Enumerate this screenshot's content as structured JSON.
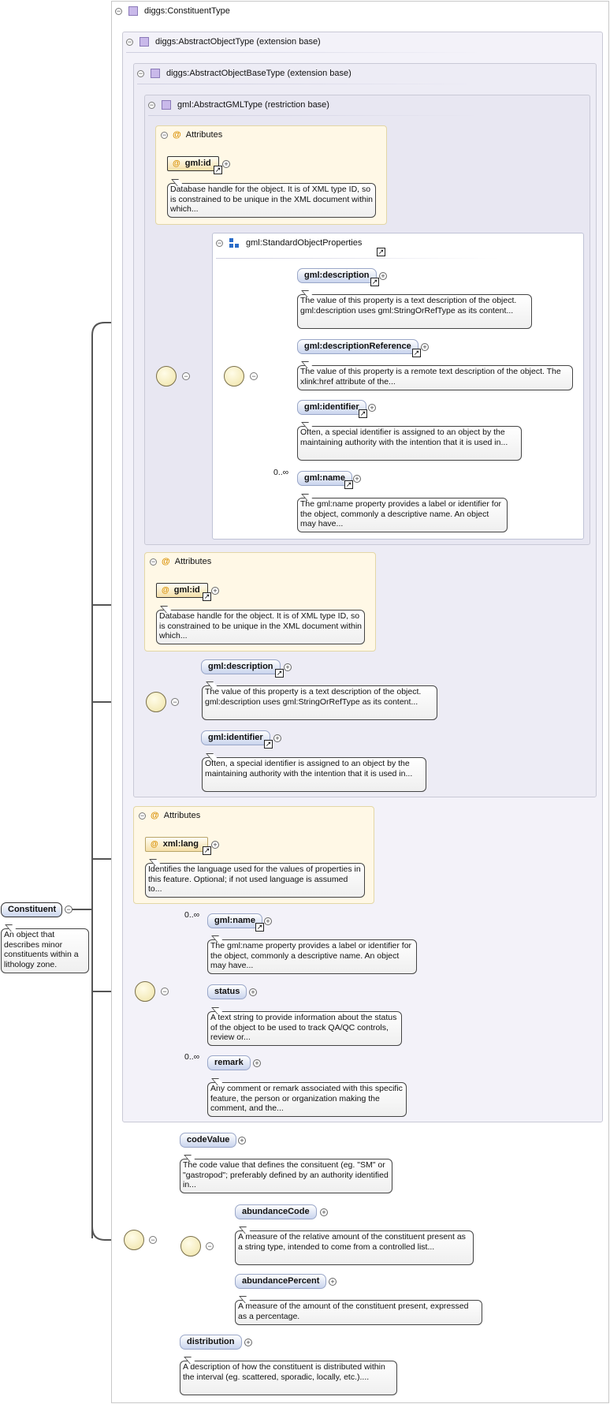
{
  "root": {
    "label": "Constituent",
    "doc": "An object that describes minor constituents within a lithology zone."
  },
  "types": {
    "constituent_type": "diggs:ConstituentType",
    "abstract_object_type": "diggs:AbstractObjectType (extension base)",
    "abstract_object_base_type": "diggs:AbstractObjectBaseType (extension base)",
    "abstract_gml_type": "gml:AbstractGMLType (restriction base)"
  },
  "labels": {
    "attributes": "Attributes"
  },
  "gml_attributes": {
    "attr": "gml:id",
    "doc": "Database handle for the object. It is of XML type ID, so is constrained to be unique in the XML document within which..."
  },
  "standard_object_properties": {
    "title": "gml:StandardObjectProperties",
    "elements": [
      {
        "name": "gml:description",
        "occurs": "",
        "doc": "The value of this property is a text description of the object. gml:description uses gml:StringOrRefType as its content..."
      },
      {
        "name": "gml:descriptionReference",
        "occurs": "",
        "doc": "The value of this property is a remote text description of the object. The xlink:href attribute of the..."
      },
      {
        "name": "gml:identifier",
        "occurs": "",
        "doc": "Often, a special identifier is assigned to an object by the maintaining authority with the intention that it is used in..."
      },
      {
        "name": "gml:name",
        "occurs": "0..∞",
        "doc": "The gml:name property provides a label or identifier for the object, commonly a descriptive name. An object may have..."
      }
    ]
  },
  "base_attributes": {
    "attr": "gml:id",
    "doc": "Database handle for the object. It is of XML type ID, so is constrained to be unique in the XML document within which..."
  },
  "base_sequence": [
    {
      "name": "gml:description",
      "doc": "The value of this property is a text description of the object. gml:description uses gml:StringOrRefType as its content..."
    },
    {
      "name": "gml:identifier",
      "doc": "Often, a special identifier is assigned to an object by the maintaining authority with the intention that it is used in..."
    }
  ],
  "object_attributes": {
    "attr": "xml:lang",
    "doc": "Identifies the language used for the values of properties in this feature. Optional; if not used language is assumed to..."
  },
  "object_sequence": [
    {
      "name": "gml:name",
      "occurs": "0..∞",
      "doc": "The gml:name property provides a label or identifier for the object, commonly a descriptive name. An object may have..."
    },
    {
      "name": "status",
      "occurs": "",
      "doc": "A text string to provide information about the status of the object to be used to track QA/QC controls, review or..."
    },
    {
      "name": "remark",
      "occurs": "0..∞",
      "doc": "Any comment or remark associated with this specific feature, the person or organization making the comment, and the..."
    }
  ],
  "constituent_sequence": {
    "code_value": {
      "name": "codeValue",
      "doc": "The code value that defines the consituent (eg. \"SM\" or \"gastropod\"; preferably defined by an authority identified in..."
    },
    "choice": [
      {
        "name": "abundanceCode",
        "doc": "A measure of the relative amount of the constituent present as a string type, intended to come from a controlled list..."
      },
      {
        "name": "abundancePercent",
        "doc": "A measure of the amount of the constituent present, expressed as a percentage."
      }
    ],
    "distribution": {
      "name": "distribution",
      "doc": "A description of how the constituent is distributed within the interval (eg. scattered, sporadic, locally, etc.)...."
    }
  }
}
